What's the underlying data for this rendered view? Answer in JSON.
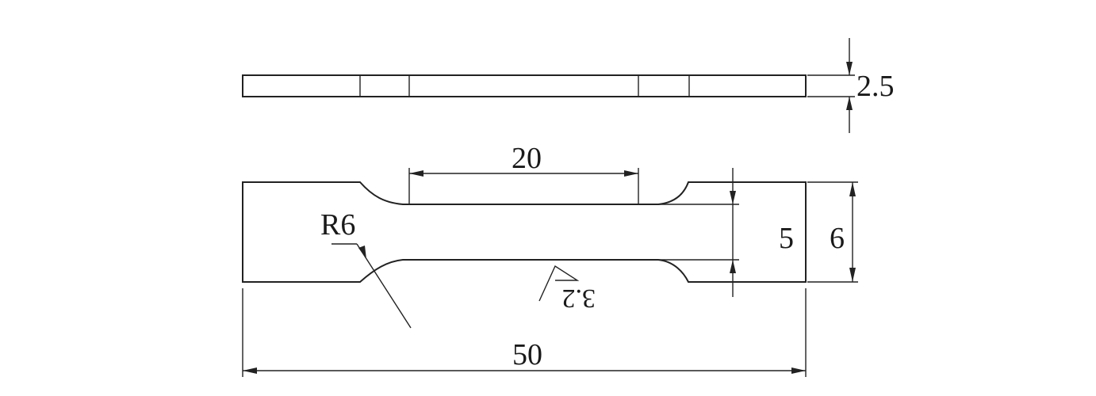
{
  "dimensions": {
    "thickness": "2.5",
    "gauge_length": "20",
    "gauge_width": "5",
    "grip_width": "6",
    "fillet_radius": "R6",
    "overall_length": "50"
  },
  "surface_roughness": "3.2"
}
